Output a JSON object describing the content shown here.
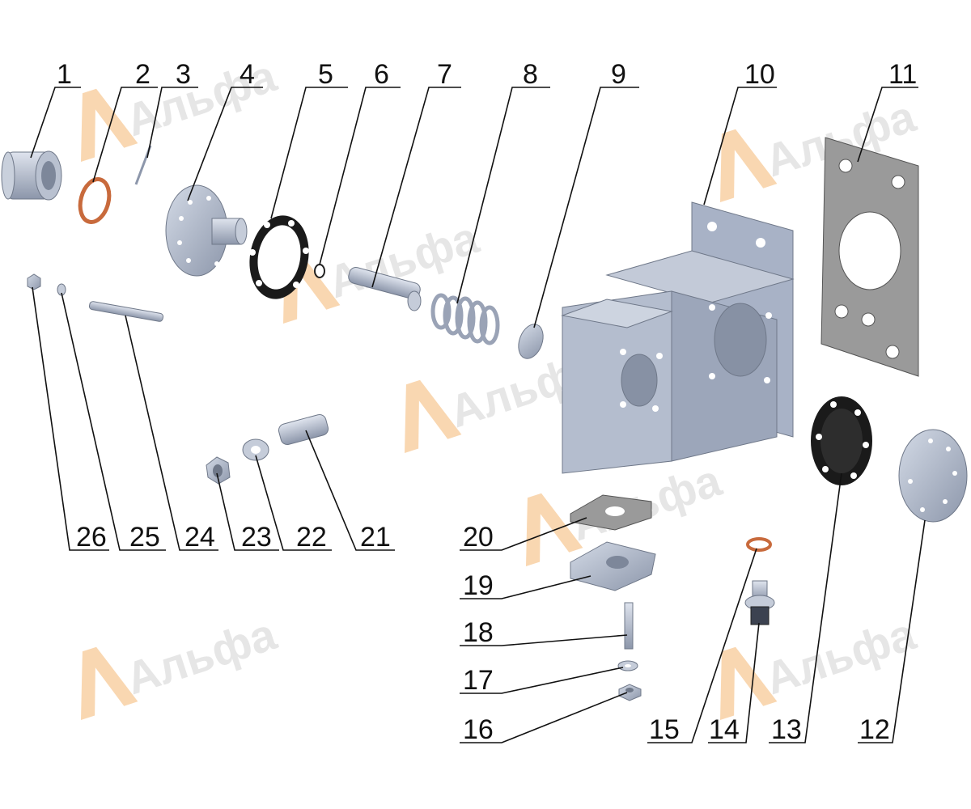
{
  "labels": {
    "p1": "1",
    "p2": "2",
    "p3": "3",
    "p4": "4",
    "p5": "5",
    "p6": "6",
    "p7": "7",
    "p8": "8",
    "p9": "9",
    "p10": "10",
    "p11": "11",
    "p12": "12",
    "p13": "13",
    "p14": "14",
    "p15": "15",
    "p16": "16",
    "p17": "17",
    "p18": "18",
    "p19": "19",
    "p20": "20",
    "p21": "21",
    "p22": "22",
    "p23": "23",
    "p24": "24",
    "p25": "25",
    "p26": "26"
  },
  "watermark": "Альфа",
  "colors": {
    "metal": "#aab4c8",
    "metal_dark": "#7d879a",
    "metal_light": "#d0d7e4",
    "gasket_gray": "#9a9a9a",
    "rubber": "#1a1a1a",
    "copper": "#c86a3c",
    "watermark_orange": "#f6c690",
    "watermark_gray": "#e3e3e3"
  }
}
